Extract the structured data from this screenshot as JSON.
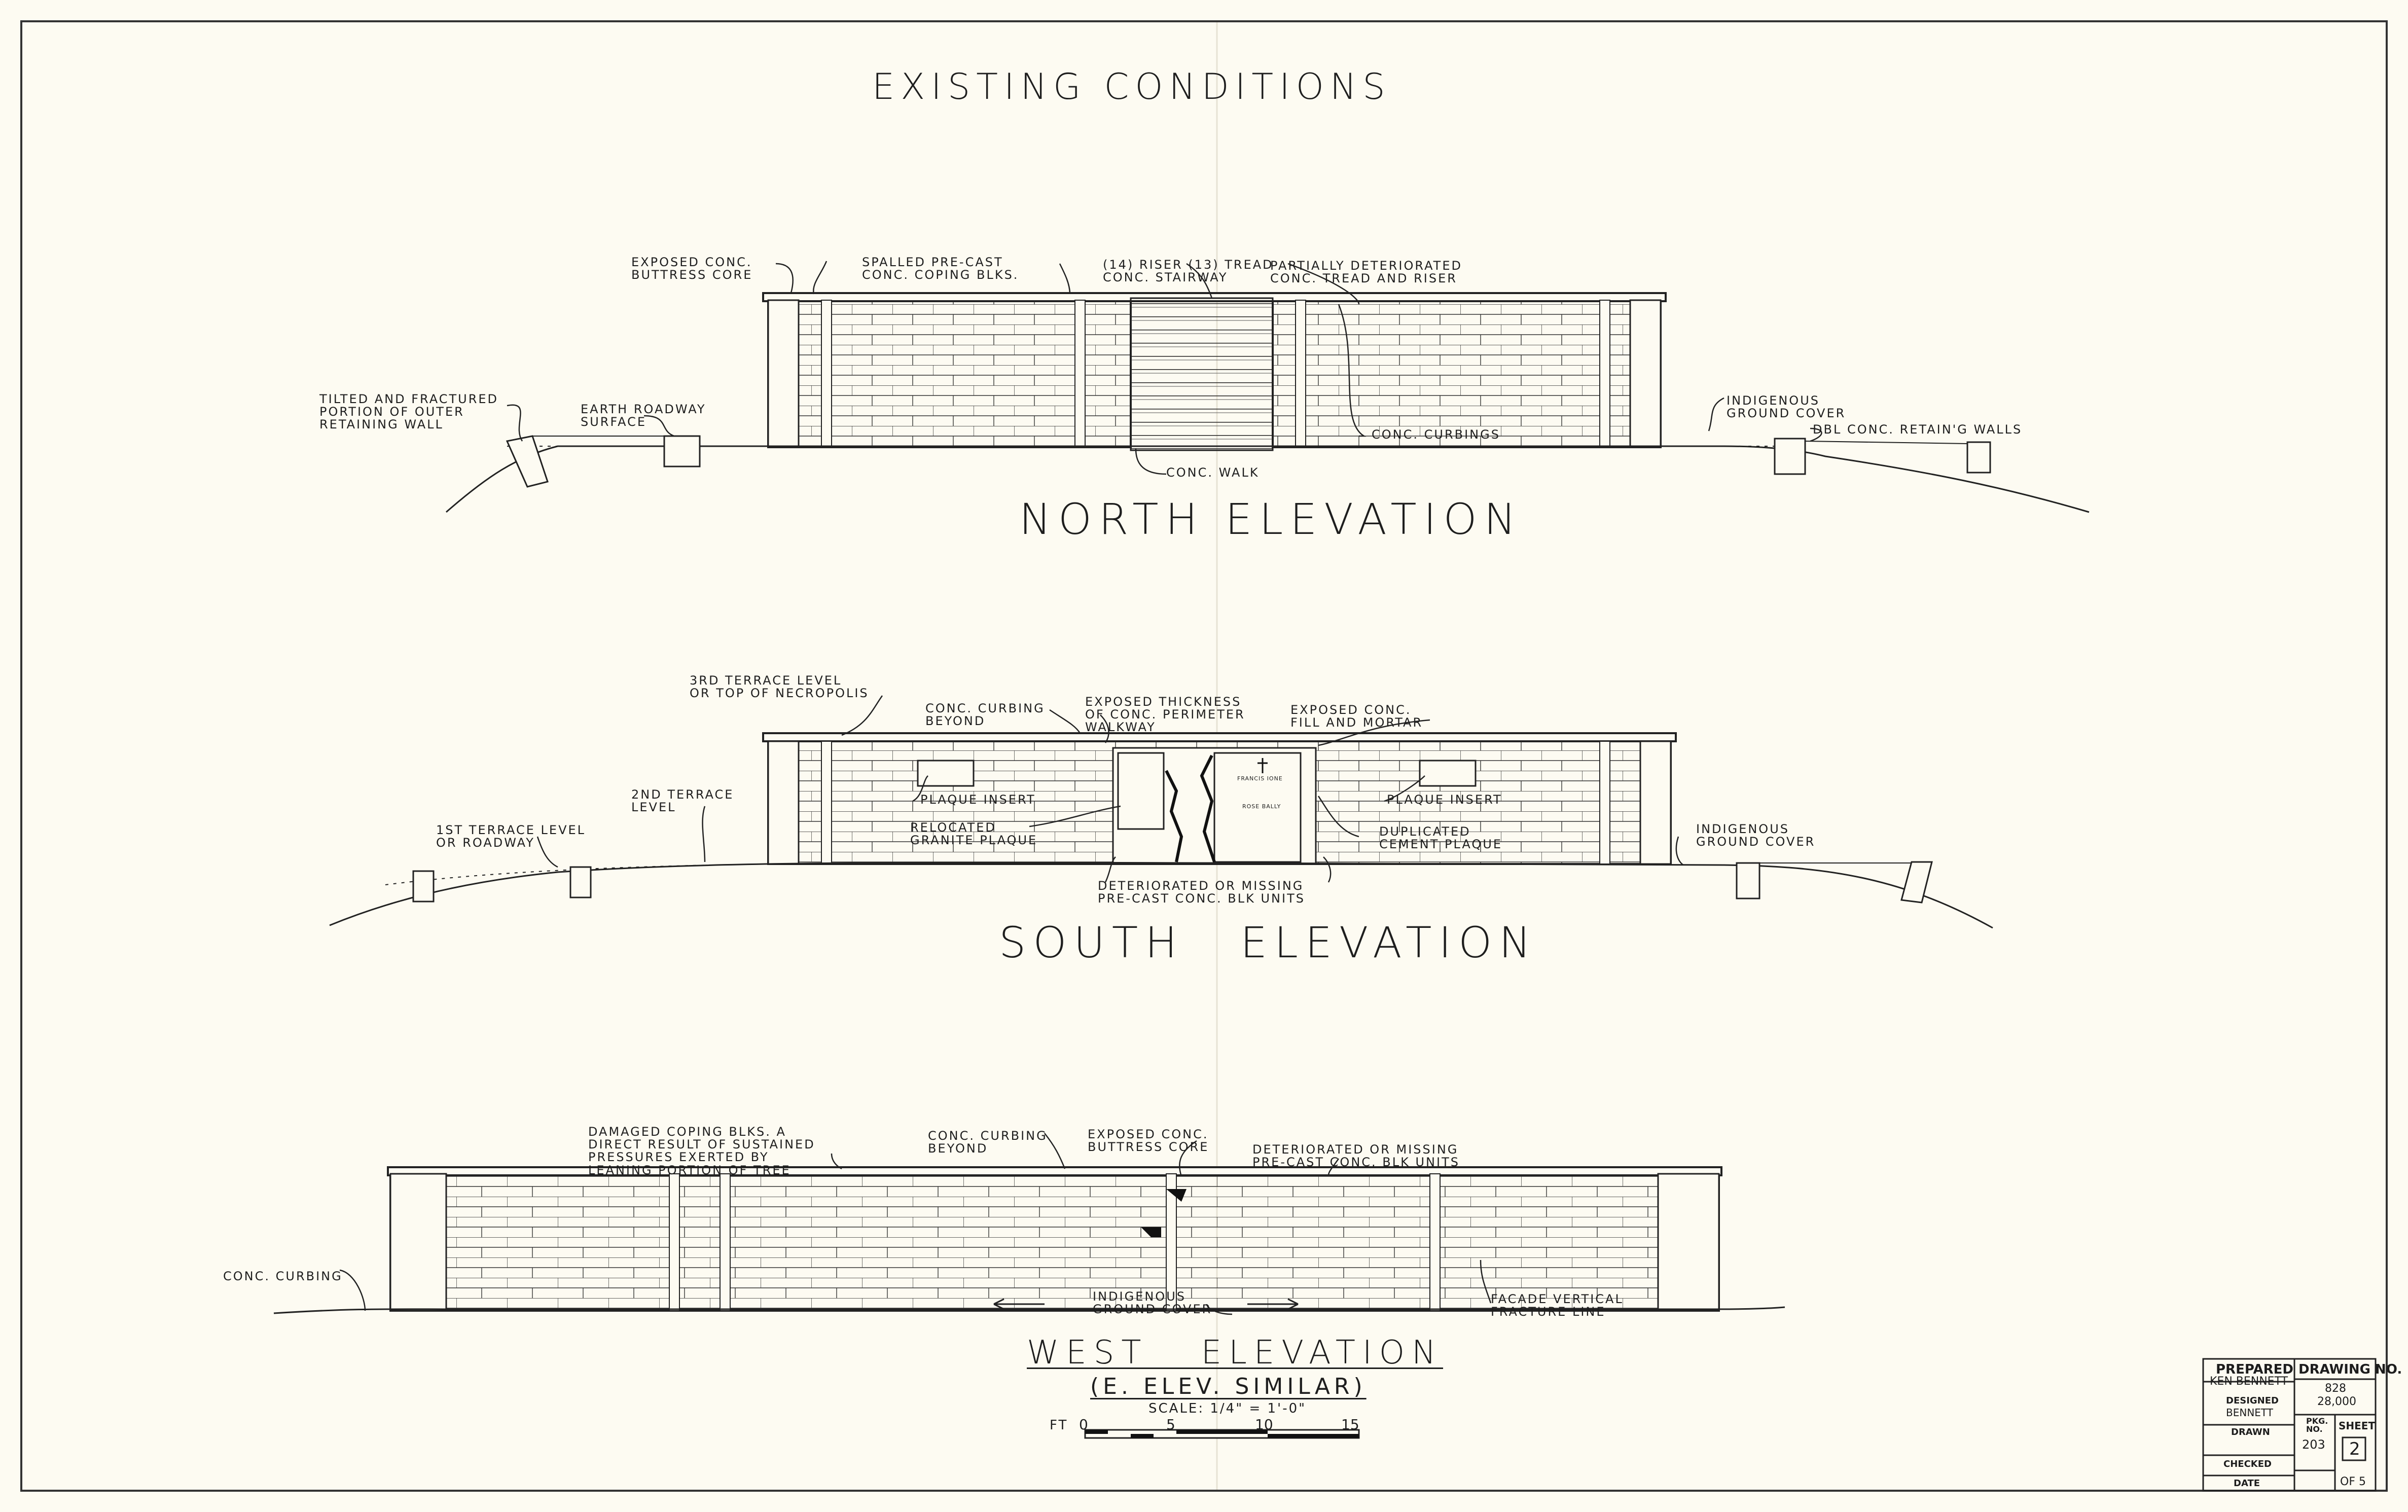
{
  "title": "Existing Conditions",
  "elevations": {
    "north": {
      "title": "North Elevation",
      "notes": {
        "buttress": "Exposed conc.\nbuttress core",
        "spalled": "Spalled pre-cast\nconc. coping blks.",
        "stair": "(14) riser (13) tread\nconc. stairway",
        "deteriorated": "Partially deteriorated\nconc. tread and riser",
        "tilted": "Tilted and fractured\nportion of outer\nretaining wall",
        "earth": "Earth roadway\nsurface",
        "ground": "Indigenous\nground cover",
        "retain": "Dbl conc. retain'g walls",
        "curbings": "Conc. curbings",
        "walk": "Conc. walk"
      }
    },
    "south": {
      "title": "South Elevation",
      "notes": {
        "terrace3": "3rd terrace level\nor top of necropolis",
        "curbing": "Conc. curbing\nbeyond",
        "thickness": "Exposed thickness\nof conc. perimeter\nwalkway",
        "fill": "Exposed conc.\nfill and mortar",
        "plaque_l": "Plaque insert",
        "plaque_r": "Plaque insert",
        "terrace2": "2nd terrace\nlevel",
        "terrace1": "1st terrace level\nor roadway",
        "granite": "Relocated\ngranite plaque",
        "cement": "Duplicated\ncement plaque",
        "ground": "Indigenous\nground cover",
        "missing": "Deteriorated or missing\npre-cast conc. blk units"
      },
      "plaque_text": {
        "line1": "Francis Ione",
        "line2": "Rose Bally"
      }
    },
    "west": {
      "title": "West Elevation",
      "subtitle": "(E. Elev. Similar)",
      "notes": {
        "damaged": "Damaged coping blks. a\ndirect result of sustained\npressures exerted by\nleaning portion of tree",
        "curbing_beyond": "Conc. curbing\nbeyond",
        "buttress": "Exposed conc.\nbuttress core",
        "missing": "Deteriorated or missing\npre-cast conc. blk units",
        "curbing": "Conc. curbing",
        "ground": "Indigenous\nground cover",
        "fracture": "Facade vertical\nfracture line"
      }
    }
  },
  "scale": {
    "label": "Scale: 1/4\" = 1'-0\"",
    "unit": "FT",
    "ticks": [
      "0",
      "5",
      "10",
      "15"
    ]
  },
  "title_block": {
    "prepared_label": "Prepared",
    "prepared_by": "Ken Bennett",
    "designed_label": "Designed",
    "designed_by": "Bennett",
    "drawn_label": "Drawn",
    "checked_label": "Checked",
    "date_label": "Date",
    "drawing_no_label": "Drawing No.",
    "drawing_no_1": "828",
    "drawing_no_2": "28,000",
    "pkg_label": "Pkg.\nNo.",
    "pkg_no": "203",
    "sheet_label": "Sheet",
    "sheet_no": "2",
    "of_label": "of 5"
  }
}
